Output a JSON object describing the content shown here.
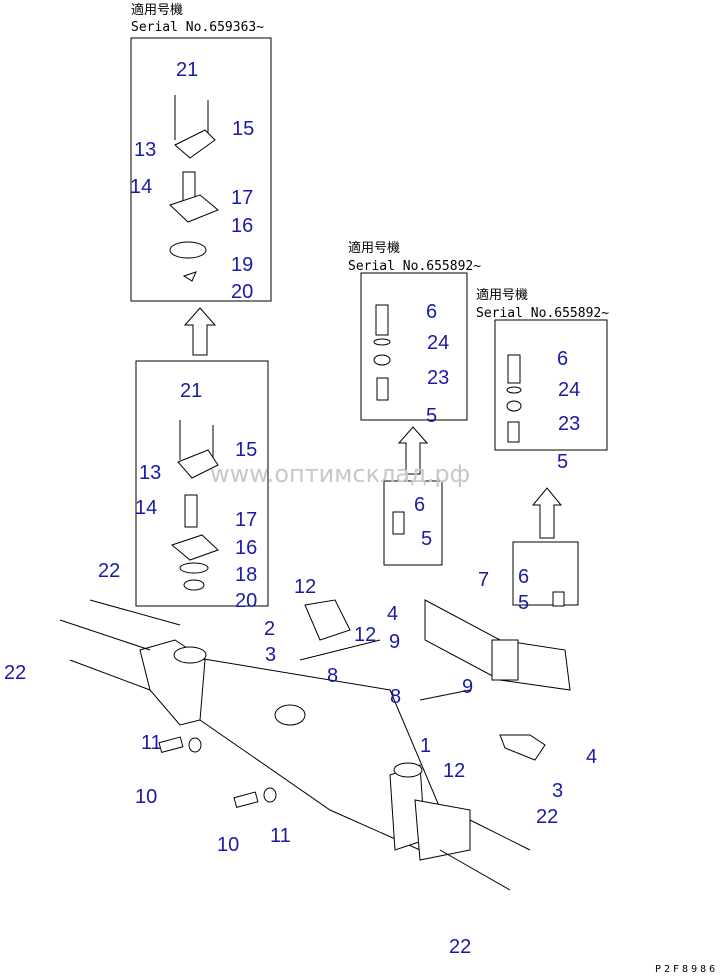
{
  "applicability_notes": [
    {
      "heading": "適用号機",
      "serial": "Serial No.659363~"
    },
    {
      "heading": "適用号機",
      "serial": "Serial No.655892~"
    },
    {
      "heading": "適用号機",
      "serial": "Serial No.655892~"
    }
  ],
  "callouts": {
    "box_upper": [
      "21",
      "15",
      "13",
      "14",
      "17",
      "16",
      "19",
      "20"
    ],
    "box_lower": [
      "21",
      "15",
      "13",
      "14",
      "17",
      "16",
      "18",
      "20"
    ],
    "box_bolt_a": [
      "6",
      "24",
      "23",
      "5"
    ],
    "box_bolt_b": [
      "6",
      "24",
      "23",
      "5"
    ],
    "bolt_group_a": [
      "6",
      "5"
    ],
    "bolt_group_b": [
      "6",
      "5"
    ],
    "main": [
      "22",
      "22",
      "2",
      "12",
      "12",
      "3",
      "4",
      "9",
      "8",
      "7",
      "9",
      "8",
      "1",
      "12",
      "4",
      "3",
      "22",
      "11",
      "10",
      "11",
      "10",
      "22"
    ]
  },
  "watermark": "www.оптимсклад.рф",
  "drawing_code": "P2F8986"
}
